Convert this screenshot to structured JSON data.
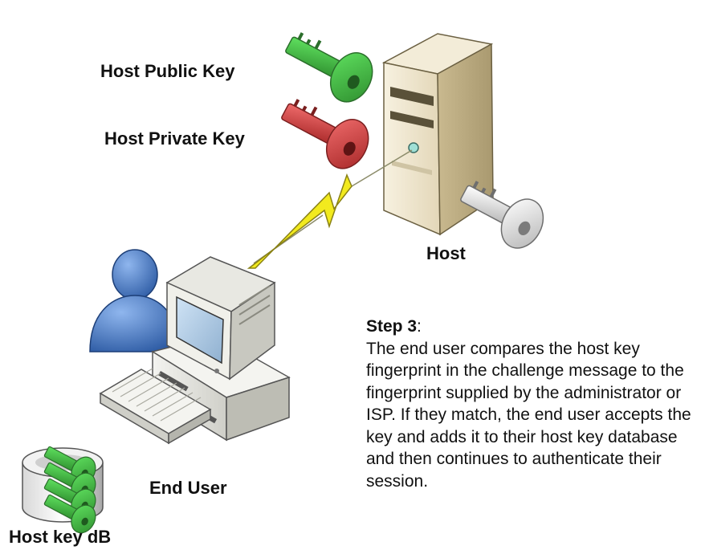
{
  "labels": {
    "host_public_key": "Host Public Key",
    "host_private_key": "Host Private Key",
    "host": "Host",
    "end_user": "End User",
    "host_key_db": "Host key dB"
  },
  "step": {
    "title": "Step 3",
    "colon": ":",
    "body": "The end user compares the host key fingerprint in the challenge message to the fingerprint supplied by the administrator or ISP. If they match, the end user accepts the key and adds it to their host key database and then continues to authenticate their session."
  },
  "colors": {
    "public_key": "#3db83d",
    "private_key": "#d83a3a",
    "host_key": "#e8e8e8",
    "lightning": "#f2ea1e",
    "user": "#3f74bf",
    "db_key": "#3aa83a"
  }
}
